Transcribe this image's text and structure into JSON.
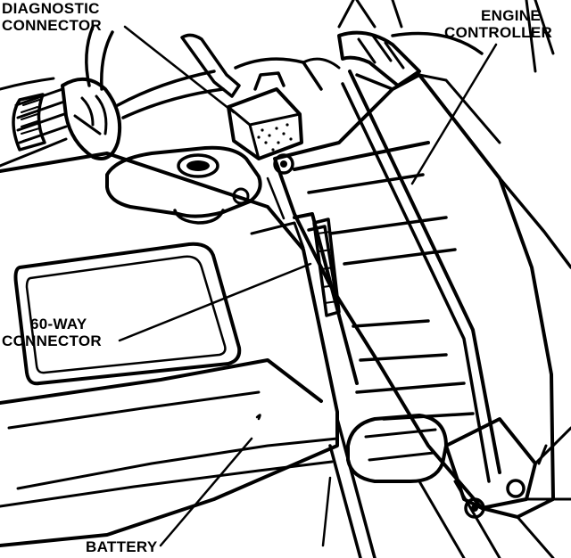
{
  "labels": {
    "diagnostic_connector": [
      "DIAGNOSTIC",
      "CONNECTOR"
    ],
    "engine_controller": [
      "ENGINE",
      "CONTROLLER"
    ],
    "sixty_way_connector": [
      "60-WAY",
      "CONNECTOR"
    ],
    "battery": "BATTERY"
  }
}
